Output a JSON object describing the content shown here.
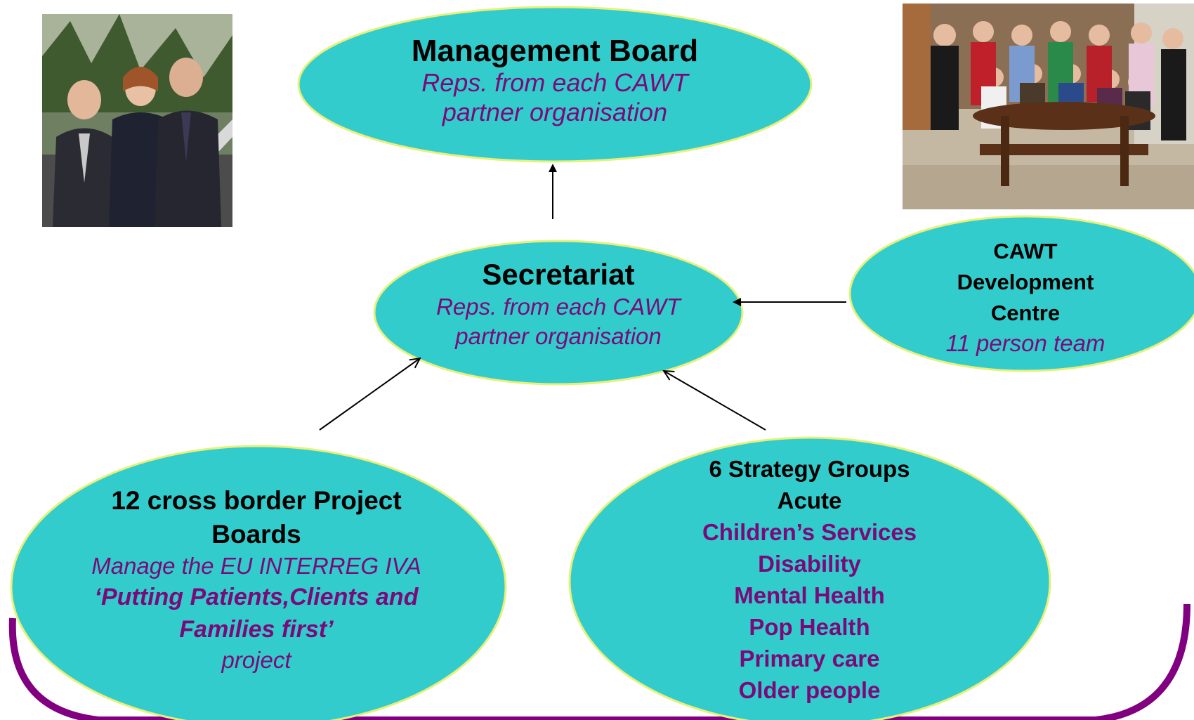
{
  "colors": {
    "ellipse_fill": "#33cccc",
    "ellipse_stroke": "#e8f07a",
    "accent_purple": "#7a0a7a",
    "arc_purple": "#800080",
    "arrow": "#000000"
  },
  "management_board": {
    "title": "Management Board",
    "sub_line1": "Reps. from each CAWT",
    "sub_line2": "partner organisation"
  },
  "secretariat": {
    "title": "Secretariat",
    "sub_line1": "Reps. from each CAWT",
    "sub_line2": "partner organisation"
  },
  "development_centre": {
    "line1": "CAWT",
    "line2": "Development",
    "line3": "Centre",
    "sub": "11 person team"
  },
  "project_boards": {
    "title_line1": "12 cross border Project",
    "title_line2": "Boards",
    "sub_line1": "Manage the EU INTERREG IVA",
    "sub_bold_line1": "‘Putting Patients,Clients and",
    "sub_bold_line2": "Families first’",
    "sub_line2": "project"
  },
  "strategy_groups": {
    "heading_line1": "6 Strategy Groups",
    "heading_line2": "Acute",
    "items": [
      "Children’s Services",
      "Disability",
      "Mental Health",
      "Pop Health",
      "Primary care",
      "Older people"
    ]
  }
}
